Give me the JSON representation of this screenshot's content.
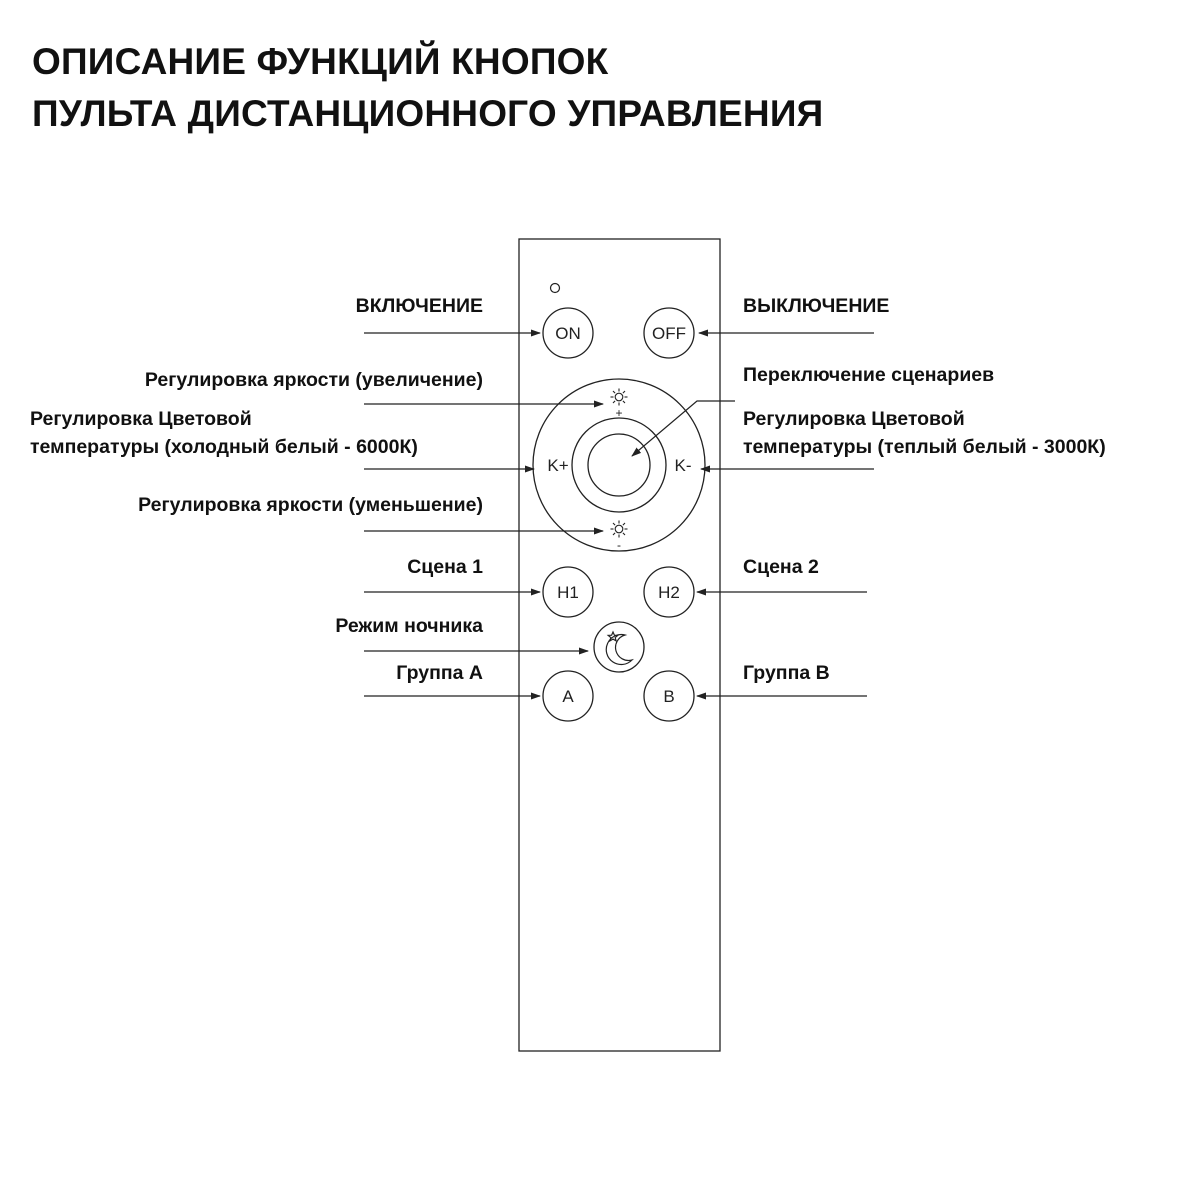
{
  "title": {
    "line1": "ОПИСАНИЕ ФУНКЦИЙ КНОПОК",
    "line2": "ПУЛЬТА ДИСТАНЦИОННОГО УПРАВЛЕНИЯ"
  },
  "buttons": {
    "on": "ON",
    "off": "OFF",
    "k_plus": "K+",
    "k_minus": "K-",
    "h1": "H1",
    "h2": "H2",
    "a": "A",
    "b": "B",
    "bright_plus_sign": "+",
    "bright_minus_sign": "-"
  },
  "icons": {
    "indicator": "indicator-light",
    "brightness_up": "sun-icon",
    "brightness_down": "sun-icon",
    "night": "moon-star-icon"
  },
  "labels": {
    "on": "ВКЛЮЧЕНИЕ",
    "off": "ВЫКЛЮЧЕНИЕ",
    "brightness_up": "Регулировка яркости (увеличение)",
    "scenes_switch": "Переключение сценариев",
    "color_cold_line1": "Регулировка Цветовой",
    "color_cold_line2": "температуры (холодный белый - 6000К)",
    "color_warm_line1": "Регулировка Цветовой",
    "color_warm_line2": "температуры (теплый белый - 3000К)",
    "brightness_down": "Регулировка яркости (уменьшение)",
    "scene1": "Сцена 1",
    "scene2": "Сцена 2",
    "night_mode": "Режим ночника",
    "group_a": "Группа A",
    "group_b": "Группа B"
  },
  "colors": {
    "stroke": "#222222",
    "text": "#111111",
    "background": "#ffffff"
  }
}
